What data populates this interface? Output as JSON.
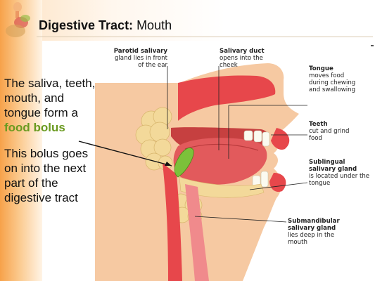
{
  "slide": {
    "title_bold": "Digestive Tract:",
    "title_rest": " Mouth",
    "text": {
      "p1_part1": "The saliva, teeth, mouth, and tongue form a ",
      "p1_highlight": "food bolus",
      "p2": "This bolus goes on into the next part of the digestive tract"
    }
  },
  "figure": {
    "labels": {
      "parotid": {
        "name": "Parotid salivary",
        "desc": "gland lies in front of the ear"
      },
      "duct": {
        "name": "Salivary duct",
        "desc": "opens into the cheek"
      },
      "tongue": {
        "name": "Tongue",
        "desc": "moves food during chewing and swallowing"
      },
      "teeth": {
        "name": "Teeth",
        "desc": "cut and grind food"
      },
      "sublingual": {
        "name": "Sublingual salivary gland",
        "desc": "is located under the tongue"
      },
      "submandibular": {
        "name": "Submandibular salivary gland",
        "desc": "lies deep in the mouth"
      }
    }
  },
  "colors": {
    "accent_green": "#6a9a1f",
    "skin": "#f6c9a2",
    "tissue_red": "#e7474b",
    "gland_yellow": "#f3d99a",
    "bolus_green": "#7cc13a"
  }
}
